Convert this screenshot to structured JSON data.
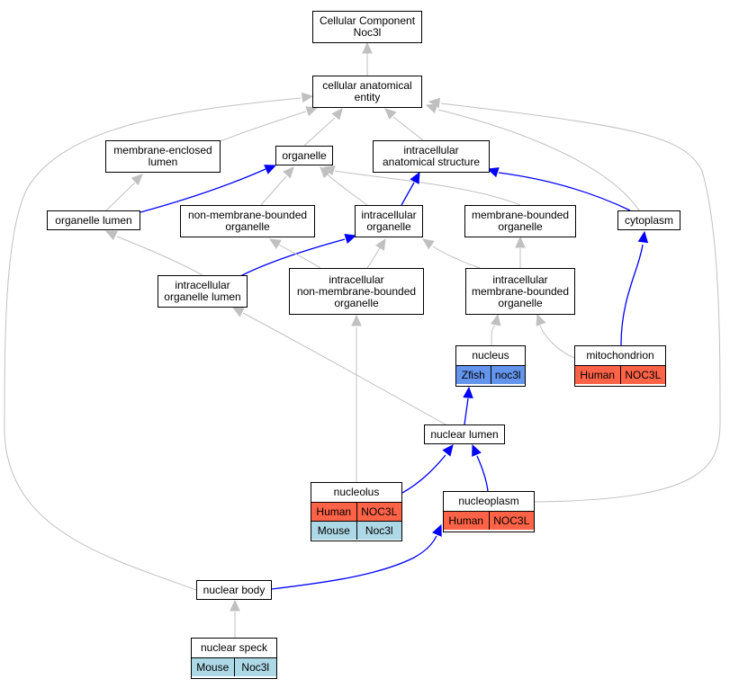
{
  "colors": {
    "gray_edge": "#c0c0c0",
    "blue_edge": "#0000ff",
    "zfish": "#6495ed",
    "human": "#ff6347",
    "mouse": "#add8e6"
  },
  "nodes": [
    {
      "id": "root",
      "lines": [
        "Cellular Component",
        "Noc3l"
      ],
      "rows": []
    },
    {
      "id": "cae",
      "lines": [
        "cellular anatomical",
        "entity"
      ],
      "rows": []
    },
    {
      "id": "mel",
      "lines": [
        "membrane-enclosed",
        "lumen"
      ],
      "rows": []
    },
    {
      "id": "organelle",
      "lines": [
        "organelle"
      ],
      "rows": []
    },
    {
      "id": "ias",
      "lines": [
        "intracellular",
        "anatomical structure"
      ],
      "rows": []
    },
    {
      "id": "orglumen",
      "lines": [
        "organelle lumen"
      ],
      "rows": []
    },
    {
      "id": "nmbo",
      "lines": [
        "non-membrane-bounded",
        "organelle"
      ],
      "rows": []
    },
    {
      "id": "io",
      "lines": [
        "intracellular",
        "organelle"
      ],
      "rows": []
    },
    {
      "id": "mbo",
      "lines": [
        "membrane-bounded",
        "organelle"
      ],
      "rows": []
    },
    {
      "id": "cytoplasm",
      "lines": [
        "cytoplasm"
      ],
      "rows": []
    },
    {
      "id": "iol",
      "lines": [
        "intracellular",
        "organelle lumen"
      ],
      "rows": []
    },
    {
      "id": "inmbo",
      "lines": [
        "intracellular",
        "non-membrane-bounded",
        "organelle"
      ],
      "rows": []
    },
    {
      "id": "imbo",
      "lines": [
        "intracellular",
        "membrane-bounded",
        "organelle"
      ],
      "rows": []
    },
    {
      "id": "nucleus",
      "lines": [
        "nucleus"
      ],
      "rows": [
        {
          "color": "zfish",
          "cells": [
            "Zfish",
            "noc3l"
          ]
        }
      ]
    },
    {
      "id": "mito",
      "lines": [
        "mitochondrion"
      ],
      "rows": [
        {
          "color": "human",
          "cells": [
            "Human",
            "NOC3L"
          ]
        }
      ]
    },
    {
      "id": "nuclumen",
      "lines": [
        "nuclear lumen"
      ],
      "rows": []
    },
    {
      "id": "nucleolus",
      "lines": [
        "nucleolus"
      ],
      "rows": [
        {
          "color": "human",
          "cells": [
            "Human",
            "NOC3L"
          ]
        },
        {
          "color": "mouse",
          "cells": [
            "Mouse",
            "Noc3l"
          ]
        }
      ]
    },
    {
      "id": "nucleoplasm",
      "lines": [
        "nucleoplasm"
      ],
      "rows": [
        {
          "color": "human",
          "cells": [
            "Human",
            "NOC3L"
          ]
        }
      ]
    },
    {
      "id": "nucbody",
      "lines": [
        "nuclear body"
      ],
      "rows": []
    },
    {
      "id": "speck",
      "lines": [
        "nuclear speck"
      ],
      "rows": [
        {
          "color": "mouse",
          "cells": [
            "Mouse",
            "Noc3l"
          ]
        }
      ]
    }
  ],
  "edges": [
    {
      "from": "cae",
      "to": "root",
      "color": "gray"
    },
    {
      "from": "mel",
      "to": "cae",
      "color": "gray"
    },
    {
      "from": "organelle",
      "to": "cae",
      "color": "gray"
    },
    {
      "from": "ias",
      "to": "cae",
      "color": "gray"
    },
    {
      "from": "cytoplasm",
      "to": "cae",
      "color": "gray"
    },
    {
      "from": "nucleoplasm",
      "to": "cae",
      "color": "gray"
    },
    {
      "from": "nucbody",
      "to": "cae",
      "color": "gray"
    },
    {
      "from": "orglumen",
      "to": "mel",
      "color": "gray"
    },
    {
      "from": "orglumen",
      "to": "organelle",
      "color": "blue"
    },
    {
      "from": "nmbo",
      "to": "organelle",
      "color": "gray"
    },
    {
      "from": "io",
      "to": "organelle",
      "color": "gray"
    },
    {
      "from": "mbo",
      "to": "organelle",
      "color": "gray"
    },
    {
      "from": "io",
      "to": "ias",
      "color": "blue"
    },
    {
      "from": "cytoplasm",
      "to": "ias",
      "color": "blue"
    },
    {
      "from": "iol",
      "to": "orglumen",
      "color": "gray"
    },
    {
      "from": "iol",
      "to": "io",
      "color": "blue"
    },
    {
      "from": "inmbo",
      "to": "nmbo",
      "color": "gray"
    },
    {
      "from": "inmbo",
      "to": "io",
      "color": "gray"
    },
    {
      "from": "imbo",
      "to": "io",
      "color": "gray"
    },
    {
      "from": "imbo",
      "to": "mbo",
      "color": "gray"
    },
    {
      "from": "mito",
      "to": "cytoplasm",
      "color": "blue"
    },
    {
      "from": "nucleus",
      "to": "imbo",
      "color": "gray"
    },
    {
      "from": "mito",
      "to": "imbo",
      "color": "gray"
    },
    {
      "from": "nuclumen",
      "to": "iol",
      "color": "gray"
    },
    {
      "from": "nuclumen",
      "to": "nucleus",
      "color": "blue"
    },
    {
      "from": "nucleolus",
      "to": "inmbo",
      "color": "gray"
    },
    {
      "from": "nucleolus",
      "to": "nuclumen",
      "color": "blue"
    },
    {
      "from": "nucleoplasm",
      "to": "nuclumen",
      "color": "blue"
    },
    {
      "from": "nucbody",
      "to": "nucleoplasm",
      "color": "blue"
    },
    {
      "from": "speck",
      "to": "nucbody",
      "color": "gray"
    }
  ]
}
